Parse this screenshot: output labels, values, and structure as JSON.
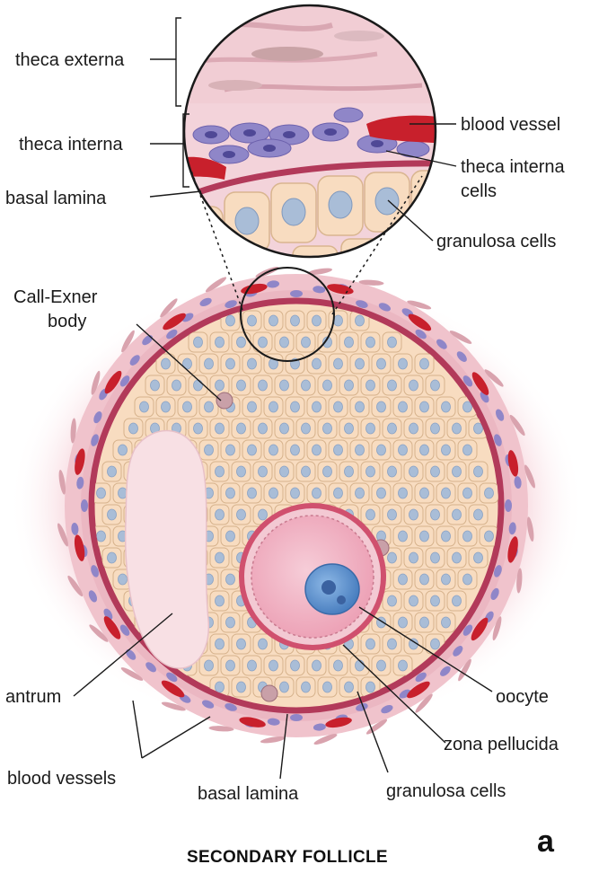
{
  "labels": {
    "theca_externa": "theca externa",
    "theca_interna": "theca interna",
    "basal_lamina_top": "basal lamina",
    "blood_vessel": "blood vessel",
    "theca_interna_cells_1": "theca interna",
    "theca_interna_cells_2": "cells",
    "granulosa_cells_top": "granulosa cells",
    "call_exner_1": "Call-Exner",
    "call_exner_2": "body",
    "antrum": "antrum",
    "oocyte": "oocyte",
    "zona_pellucida": "zona pellucida",
    "blood_vessels": "blood vessels",
    "basal_lamina_bottom": "basal lamina",
    "granulosa_cells_bottom": "granulosa cells"
  },
  "caption": {
    "title": "SECONDARY FOLLICLE",
    "panel_letter": "a"
  },
  "colors": {
    "glow": "#f6cfd6",
    "theca_stroma": "#e8b3be",
    "basal_lamina": "#b23a5a",
    "granulosa_cell": "#f8dcc0",
    "granulosa_nucleus": "#a9bdd7",
    "blood_vessel": "#c8202c",
    "theca_interna_cell": "#8f86c8",
    "oocyte_cytoplasm": "#f1b9c8",
    "oocyte_nucleus": "#5b8fcf",
    "antrum": "#f8e0e4"
  }
}
